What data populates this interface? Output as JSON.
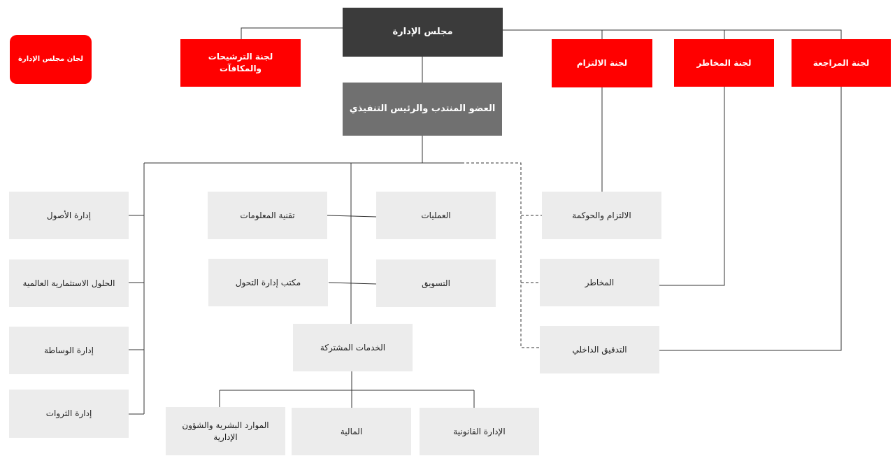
{
  "legend": {
    "label": "لجان مجلس الإدارة"
  },
  "board": {
    "label": "مجلس الإدارة"
  },
  "committees": {
    "nominations": "لجنة الترشيحات والمكافآت",
    "compliance": "لجنة الالتزام",
    "risk": "لجنة المخاطر",
    "audit": "لجنة المراجعة"
  },
  "ceo": {
    "label": "العضو المنتدب والرئيس التنفيذي"
  },
  "units": {
    "asset_management": "إدارة الأصول",
    "global_investment_solutions": "الحلول الاستثمارية العالمية",
    "brokerage": "إدارة الوساطة",
    "wealth_management": "إدارة الثروات",
    "information_technology": "تقنية المعلومات",
    "operations": "العمليات",
    "transformation_office": "مكتب إدارة التحول",
    "marketing": "التسويق",
    "shared_services": "الخدمات المشتركة",
    "compliance_governance": "الالتزام والحوكمة",
    "risk": "المخاطر",
    "internal_audit": "التدقيق الداخلي",
    "hr_admin": "الموارد البشرية والشؤون الإدارية",
    "finance": "المالية",
    "legal": "الإدارة القانونية"
  },
  "colors": {
    "committee": "#ff0000",
    "board": "#3b3b3b",
    "ceo": "#707070",
    "unit": "#ececec",
    "connector": "#333333"
  }
}
